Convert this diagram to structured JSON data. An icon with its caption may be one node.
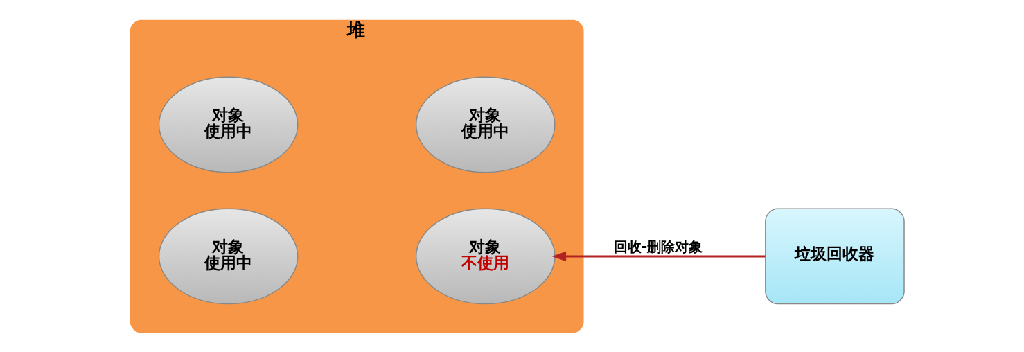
{
  "diagram": {
    "nodes": [
      {
        "text": [
          "堆"
        ]
      },
      {
        "text": [
          "对象",
          "使用中"
        ],
        "in": 0
      },
      {
        "text": [
          "对象",
          "使用中"
        ],
        "in": 0
      },
      {
        "text": [
          "对象",
          "使用中"
        ],
        "in": 0
      },
      {
        "text": [
          "对象",
          "不使用"
        ],
        "in": 0
      },
      {
        "text": [
          "垃圾回收器"
        ]
      }
    ],
    "edges": [
      {
        "from": 5,
        "to": 4,
        "arrow": "to",
        "label": "回收-删除对象",
        "color": "#b22222"
      }
    ]
  }
}
